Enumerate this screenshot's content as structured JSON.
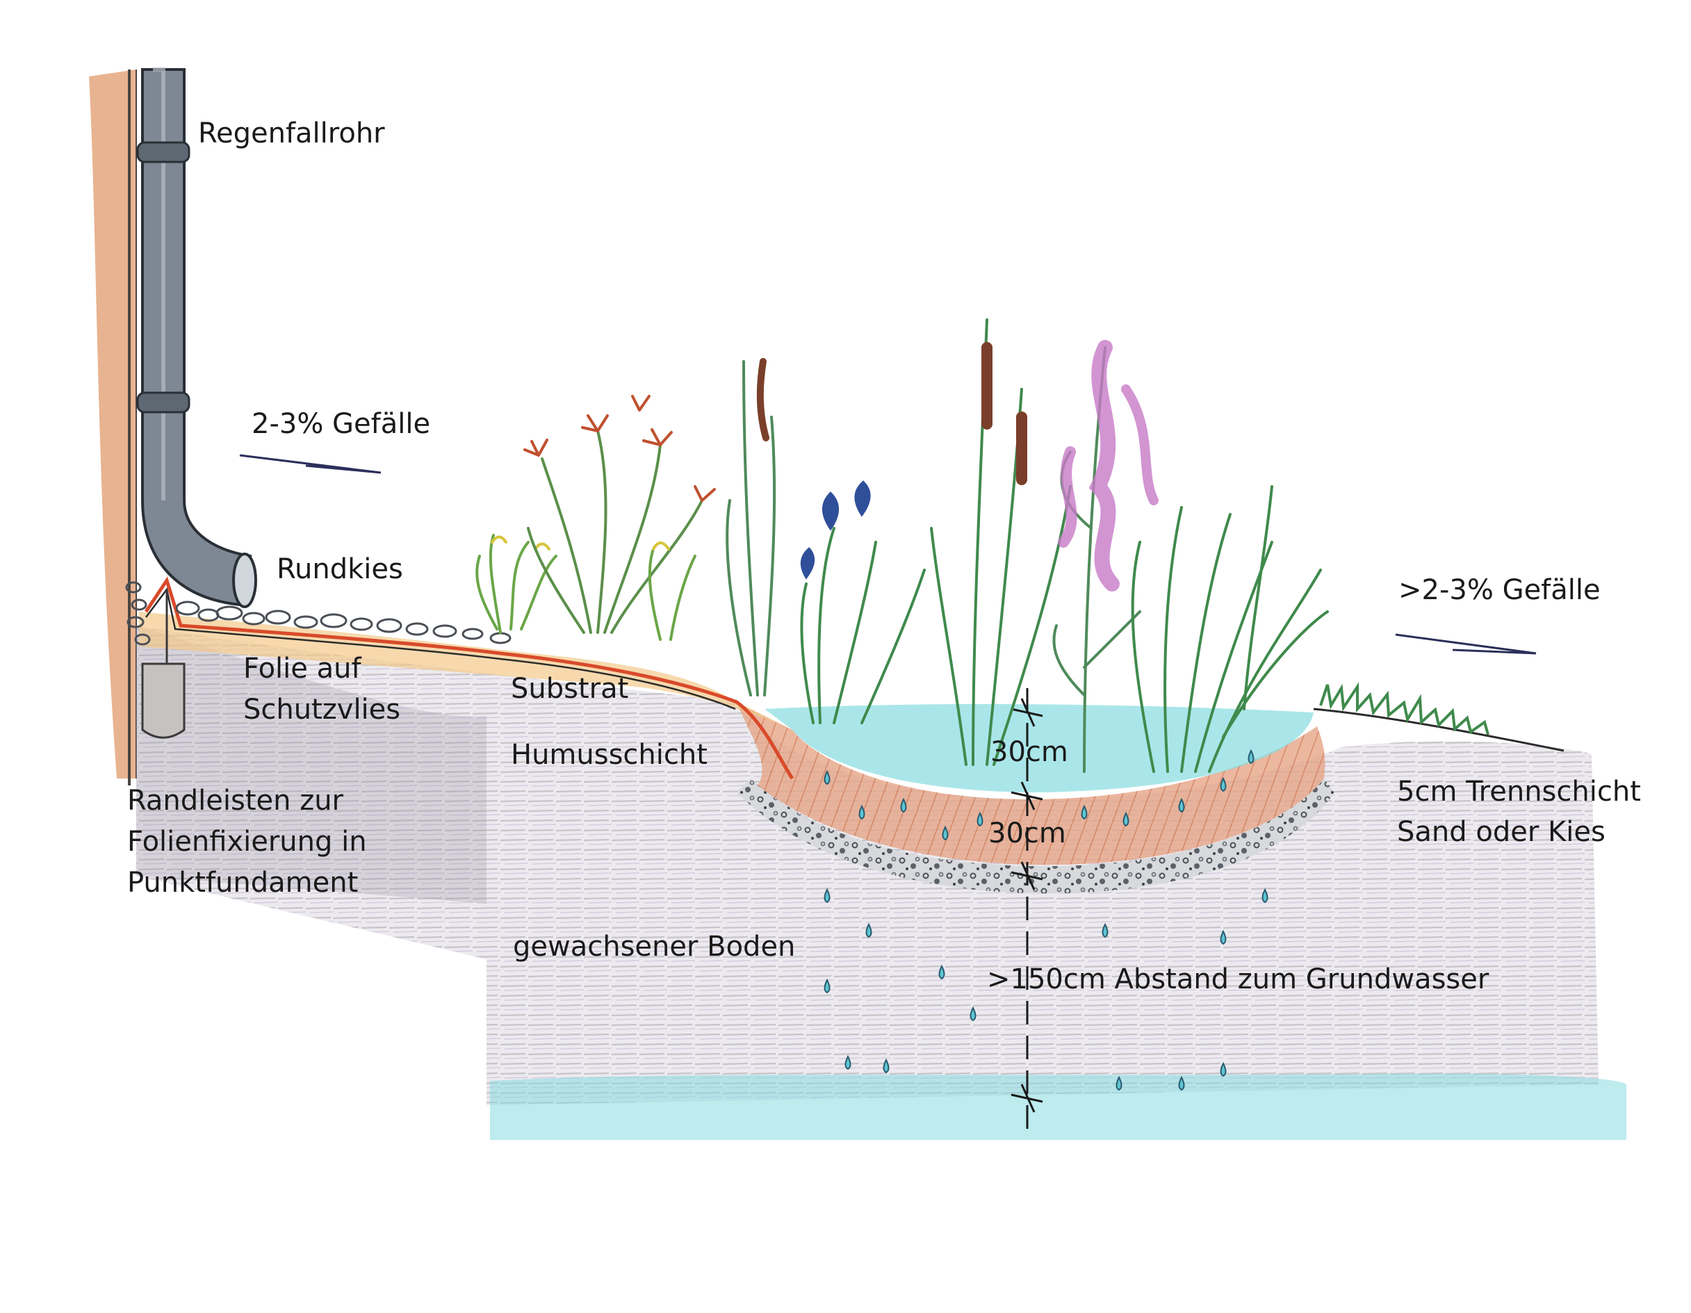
{
  "labels": {
    "downpipe": "Regenfallrohr",
    "slope_left": "2-3% Gefälle",
    "round_gravel": "Rundkies",
    "slope_right": ">2-3% Gefälle",
    "foil_line1": "Folie auf",
    "foil_line2": "Schutzvlies",
    "substrate": "Substrat",
    "humus": "Humusschicht",
    "edge_line1": "Randleisten zur",
    "edge_line2": "Folienfixierung in",
    "edge_line3": "Punktfundament",
    "depth_upper": "30cm",
    "depth_lower": "30cm",
    "separation_line1": "5cm Trennschicht",
    "separation_line2": "Sand oder Kies",
    "native_soil": "gewachsener Boden",
    "groundwater_distance": ">150cm Abstand zum Grundwasser"
  },
  "colors": {
    "wall": "#d98a58",
    "pipe": "#6f7a86",
    "water": "#7fd6dd",
    "humus": "#d98a6a",
    "gravel": "#8a8f96",
    "soil": "#b3adb8",
    "plants": "#3f8a4c",
    "iris": "#2f4f9a",
    "loosestrife": "#c77bc7",
    "cattail": "#7a3f2a",
    "grass_flower": "#c0502f",
    "slope_line": "#2b2f5a"
  }
}
